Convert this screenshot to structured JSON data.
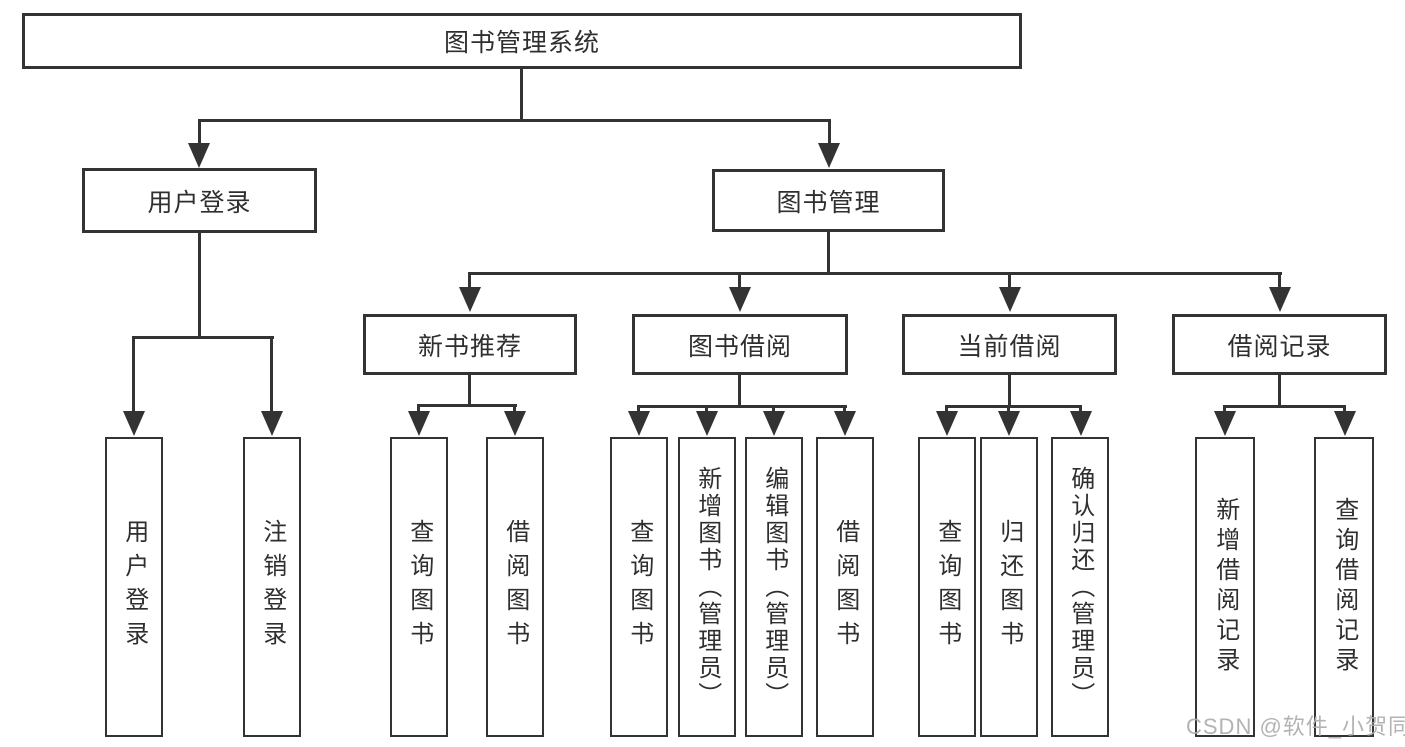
{
  "diagram": {
    "root": {
      "label": "图书管理系统"
    },
    "branches": [
      {
        "label": "用户登录",
        "children": [
          {
            "label": "用户登录"
          },
          {
            "label": "注销登录"
          }
        ]
      },
      {
        "label": "图书管理",
        "sections": [
          {
            "label": "新书推荐",
            "children": [
              {
                "label": "查询图书"
              },
              {
                "label": "借阅图书"
              }
            ]
          },
          {
            "label": "图书借阅",
            "children": [
              {
                "label": "查询图书"
              },
              {
                "label": "新增图书（管理员）"
              },
              {
                "label": "编辑图书（管理员）"
              },
              {
                "label": "借阅图书"
              }
            ]
          },
          {
            "label": "当前借阅",
            "children": [
              {
                "label": "查询图书"
              },
              {
                "label": "归还图书"
              },
              {
                "label": "确认归还（管理员）"
              }
            ]
          },
          {
            "label": "借阅记录",
            "children": [
              {
                "label": "新增借阅记录"
              },
              {
                "label": "查询借阅记录"
              }
            ]
          }
        ]
      }
    ]
  },
  "watermark": {
    "text": "CSDN @软件_小贺同学"
  },
  "colors": {
    "line": "#333333",
    "text": "#2f2f2f",
    "background": "#ffffff",
    "watermark": "#acacac"
  }
}
